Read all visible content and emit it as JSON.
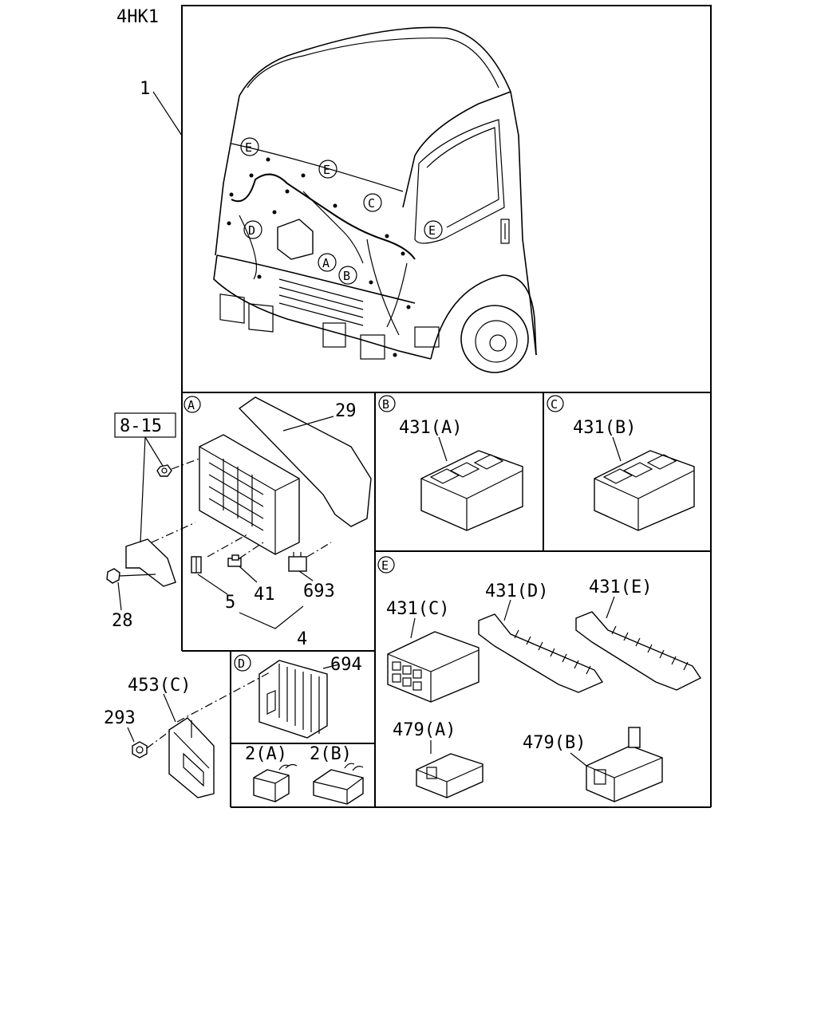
{
  "engine_code": "4HK1",
  "callouts": {
    "main_harness": "1",
    "ref_box": "8-15",
    "fuse_cover": "29",
    "fuse_a": "5",
    "fuse_b": "41",
    "fuse_sum": "4",
    "relay_small": "693",
    "bolt": "28",
    "module_d": "694",
    "ecu": "453(C)",
    "nut": "293",
    "relay_2a": "2(A)",
    "relay_2b": "2(B)",
    "conn_b": "431(A)",
    "conn_c": "431(B)",
    "conn_431c": "431(C)",
    "conn_431d": "431(D)",
    "conn_431e": "431(E)",
    "conn_479a": "479(A)",
    "conn_479b": "479(B)"
  },
  "detail_markers": {
    "A": "A",
    "B": "B",
    "C": "C",
    "D": "D",
    "E": "E"
  }
}
